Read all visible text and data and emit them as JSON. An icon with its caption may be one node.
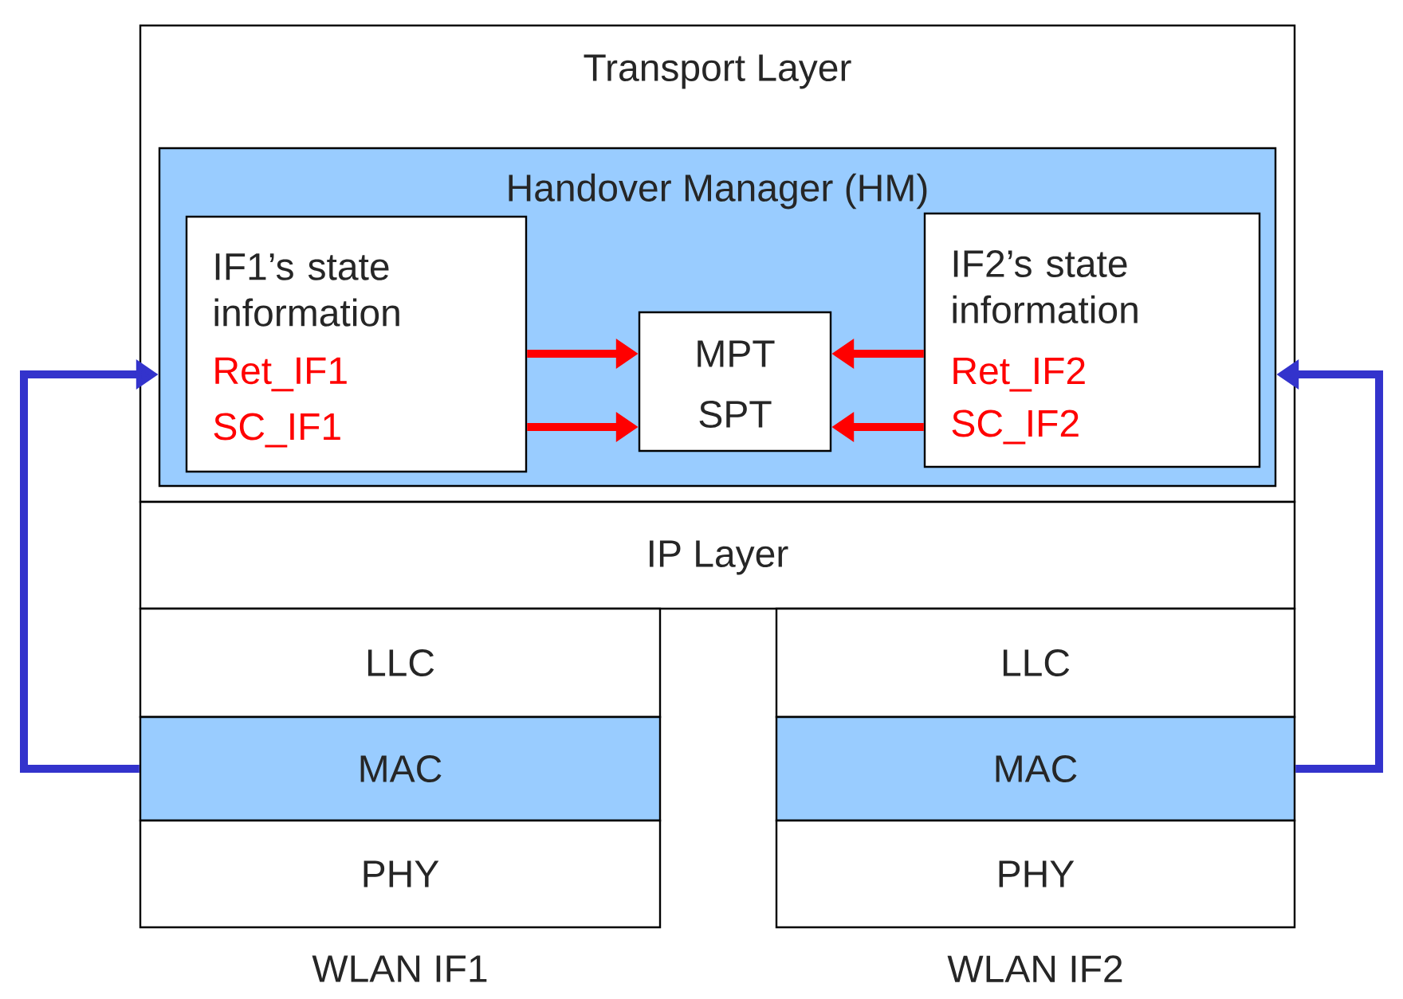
{
  "diagram": {
    "nodes": [
      {
        "text": [
          "Transport Layer"
        ]
      },
      {
        "text": [
          "Handover Manager (HM)"
        ],
        "in": 0
      },
      {
        "text": [
          "IF1’s state information",
          "Ret_IF1",
          "SC_IF1"
        ],
        "in": 1
      },
      {
        "text": [
          "MPT",
          "SPT"
        ],
        "in": 1
      },
      {
        "text": [
          "IF2’s state information",
          "Ret_IF2",
          "SC_IF2"
        ],
        "in": 1
      },
      {
        "text": [
          "IP Layer"
        ]
      },
      {
        "text": [
          "LLC"
        ]
      },
      {
        "text": [
          "MAC"
        ]
      },
      {
        "text": [
          "PHY"
        ],
        "beside": [
          "WLAN IF1"
        ]
      },
      {
        "text": [
          "LLC"
        ]
      },
      {
        "text": [
          "MAC"
        ]
      },
      {
        "text": [
          "PHY"
        ],
        "beside": [
          "WLAN IF2"
        ]
      }
    ],
    "edges": [
      {
        "from": 2,
        "to": 3,
        "arrow": "to",
        "color": "#ff0000"
      },
      {
        "from": 2,
        "to": 3,
        "arrow": "to",
        "color": "#ff0000"
      },
      {
        "from": 4,
        "to": 3,
        "arrow": "to",
        "color": "#ff0000"
      },
      {
        "from": 4,
        "to": 3,
        "arrow": "to",
        "color": "#ff0000"
      },
      {
        "from": 7,
        "to": 1,
        "arrow": "to",
        "color": "#3333cc"
      },
      {
        "from": 10,
        "to": 1,
        "arrow": "to",
        "color": "#3333cc"
      }
    ]
  }
}
